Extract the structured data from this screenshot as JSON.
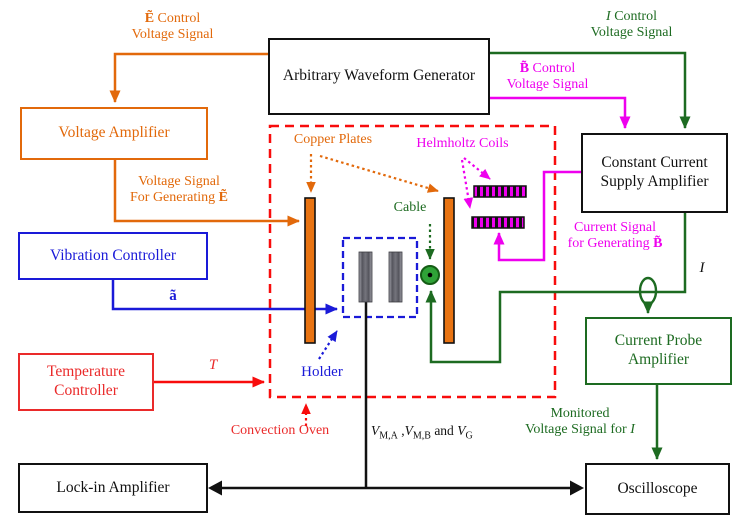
{
  "boxes": {
    "awg": "Arbitrary Waveform Generator",
    "voltage_amplifier": "Voltage Amplifier",
    "vibration_controller": "Vibration Controller",
    "temperature_controller": "Temperature Controller",
    "lockin_amplifier": "Lock-in Amplifier",
    "ccsa": "Constant Current Supply Amplifier",
    "current_probe_amplifier": "Current Probe Amplifier",
    "oscilloscope": "Oscilloscope"
  },
  "labels": {
    "e_control": {
      "sym": "Ẽ",
      "rest": " Control",
      "line2": "Voltage Signal"
    },
    "i_control": {
      "sym": "I",
      "rest": " Control",
      "line2": "Voltage Signal"
    },
    "b_control": {
      "sym": "B̃",
      "rest": " Control",
      "line2": "Voltage Signal"
    },
    "vs_e": {
      "line1": "Voltage Signal",
      "pre": "For Generating ",
      "sym": "Ẽ"
    },
    "cs_b": {
      "line1": "Current Signal",
      "pre": "for Generating ",
      "sym": "B̃"
    },
    "copper_plates": "Copper Plates",
    "helmholtz_coils": "Helmholtz Coils",
    "cable": "Cable",
    "holder": "Holder",
    "acceleration": "ã",
    "temperature": "T",
    "current": "I",
    "convection_oven": "Convection Oven",
    "vmeas": {
      "v1": "V",
      "s1": "M,A",
      "sep": " ,",
      "v2": "V",
      "s2": "M,B",
      "mid": " and ",
      "v3": "V",
      "s3": "G"
    },
    "monitored": {
      "line1": "Monitored",
      "pre": "Voltage Signal for ",
      "sym": "I"
    }
  },
  "colors": {
    "orange": "#E2690B",
    "magenta": "#EE00EE",
    "green": "#1D6B21",
    "cable_green": "#2FA237",
    "blue": "#1A1AD8",
    "red": "#EA2A2A",
    "bright_red": "#F80C0C",
    "black": "#111111",
    "copper": "#E87312"
  }
}
